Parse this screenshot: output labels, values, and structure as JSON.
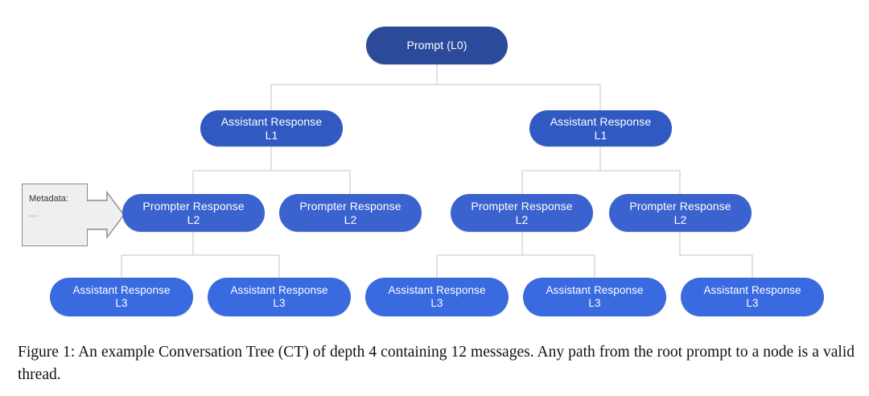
{
  "figure": {
    "caption": "Figure 1: An example Conversation Tree (CT) of depth 4 containing 12 messages. Any path from the root prompt to a node is a valid thread.",
    "colors": {
      "root": "#2c4a9a",
      "level1": "#3159c2",
      "level2": "#3a63cf",
      "level3": "#3a6ae0",
      "connector": "#c4c4c4",
      "callout_fill": "#efefef",
      "callout_border": "#8a8a8a",
      "node_text": "#ffffff",
      "caption_text": "#111111",
      "page_background": "#ffffff"
    },
    "metadata_callout": {
      "title": "Metadata:",
      "body": "..."
    },
    "nodes": {
      "root": {
        "label": "Prompt (L0)"
      },
      "level1": [
        {
          "label": "Assistant Response\nL1"
        },
        {
          "label": "Assistant Response\nL1"
        }
      ],
      "level2": [
        {
          "label": "Prompter Response\nL2"
        },
        {
          "label": "Prompter Response\nL2"
        },
        {
          "label": "Prompter Response\nL2"
        },
        {
          "label": "Prompter Response\nL2"
        }
      ],
      "level3": [
        {
          "label": "Assistant Response\nL3"
        },
        {
          "label": "Assistant Response\nL3"
        },
        {
          "label": "Assistant Response\nL3"
        },
        {
          "label": "Assistant Response\nL3"
        },
        {
          "label": "Assistant Response\nL3"
        }
      ]
    }
  }
}
